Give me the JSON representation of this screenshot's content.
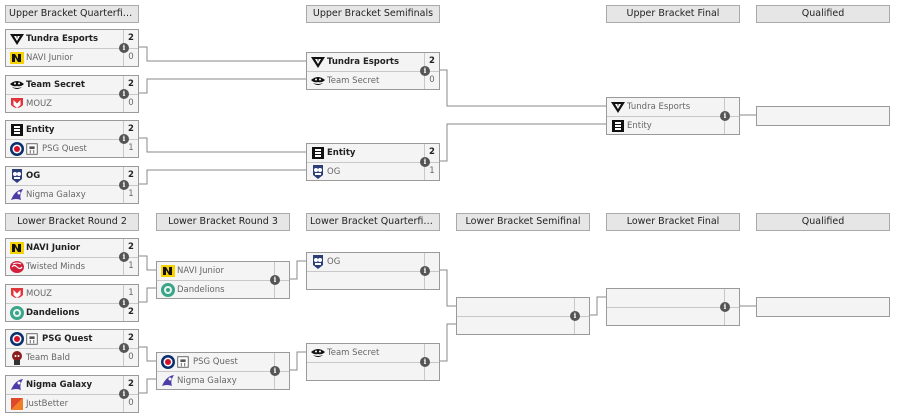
{
  "headers": {
    "upper_qf": "Upper Bracket Quarterfinals",
    "upper_sf": "Upper Bracket Semifinals",
    "upper_final": "Upper Bracket Final",
    "upper_qualified": "Qualified",
    "lower_r2": "Lower Bracket Round 2",
    "lower_r3": "Lower Bracket Round 3",
    "lower_qf": "Lower Bracket Quarterfinals",
    "lower_sf": "Lower Bracket Semifinal",
    "lower_final": "Lower Bracket Final",
    "lower_qualified": "Qualified"
  },
  "info_glyph": "i",
  "matches": {
    "uqf1": {
      "team1": {
        "name": "Tundra Esports",
        "score": "2",
        "logo": "tundra-logo"
      },
      "team2": {
        "name": "NAVI Junior",
        "score": "0",
        "logo": "navi-logo"
      }
    },
    "uqf2": {
      "team1": {
        "name": "Team Secret",
        "score": "2",
        "logo": "secret-logo"
      },
      "team2": {
        "name": "MOUZ",
        "score": "0",
        "logo": "mouz-logo"
      }
    },
    "uqf3": {
      "team1": {
        "name": "Entity",
        "score": "2",
        "logo": "entity-logo"
      },
      "team2": {
        "name": "PSG Quest",
        "score": "1",
        "logo": "psg-quest-logo"
      }
    },
    "uqf4": {
      "team1": {
        "name": "OG",
        "score": "2",
        "logo": "og-logo"
      },
      "team2": {
        "name": "Nigma Galaxy",
        "score": "1",
        "logo": "nigma-logo"
      }
    },
    "usf1": {
      "team1": {
        "name": "Tundra Esports",
        "score": "2",
        "logo": "tundra-logo"
      },
      "team2": {
        "name": "Team Secret",
        "score": "0",
        "logo": "secret-logo"
      }
    },
    "usf2": {
      "team1": {
        "name": "Entity",
        "score": "2",
        "logo": "entity-logo"
      },
      "team2": {
        "name": "OG",
        "score": "1",
        "logo": "og-logo"
      }
    },
    "uf": {
      "team1": {
        "name": "Tundra Esports",
        "score": "",
        "logo": "tundra-logo"
      },
      "team2": {
        "name": "Entity",
        "score": "",
        "logo": "entity-logo"
      }
    },
    "lr2_1": {
      "team1": {
        "name": "NAVI Junior",
        "score": "2",
        "logo": "navi-logo"
      },
      "team2": {
        "name": "Twisted Minds",
        "score": "1",
        "logo": "twisted-minds-logo"
      }
    },
    "lr2_2": {
      "team1": {
        "name": "MOUZ",
        "score": "1",
        "logo": "mouz-logo"
      },
      "team2": {
        "name": "Dandelions",
        "score": "2",
        "logo": "dandelions-logo"
      }
    },
    "lr2_3": {
      "team1": {
        "name": "PSG Quest",
        "score": "2",
        "logo": "psg-quest-logo"
      },
      "team2": {
        "name": "Team Bald",
        "score": "0",
        "logo": "team-bald-logo"
      }
    },
    "lr2_4": {
      "team1": {
        "name": "Nigma Galaxy",
        "score": "2",
        "logo": "nigma-logo"
      },
      "team2": {
        "name": "JustBetter",
        "score": "0",
        "logo": "justbetter-logo"
      }
    },
    "lr3_1": {
      "team1": {
        "name": "NAVI Junior",
        "score": "",
        "logo": "navi-logo"
      },
      "team2": {
        "name": "Dandelions",
        "score": "",
        "logo": "dandelions-logo"
      }
    },
    "lr3_2": {
      "team1": {
        "name": "PSG Quest",
        "score": "",
        "logo": "psg-quest-logo"
      },
      "team2": {
        "name": "Nigma Galaxy",
        "score": "",
        "logo": "nigma-logo"
      }
    },
    "lqf1": {
      "team1": {
        "name": "OG",
        "score": "",
        "logo": "og-logo"
      },
      "team2": {
        "name": "",
        "score": "",
        "logo": ""
      }
    },
    "lqf2": {
      "team1": {
        "name": "Team Secret",
        "score": "",
        "logo": "secret-logo"
      },
      "team2": {
        "name": "",
        "score": "",
        "logo": ""
      }
    },
    "lsf": {
      "team1": {
        "name": "",
        "score": "",
        "logo": ""
      },
      "team2": {
        "name": "",
        "score": "",
        "logo": ""
      }
    },
    "lf": {
      "team1": {
        "name": "",
        "score": "",
        "logo": ""
      },
      "team2": {
        "name": "",
        "score": "",
        "logo": ""
      }
    }
  },
  "qualified": {
    "upper": {
      "name": ""
    },
    "lower": {
      "name": ""
    }
  }
}
